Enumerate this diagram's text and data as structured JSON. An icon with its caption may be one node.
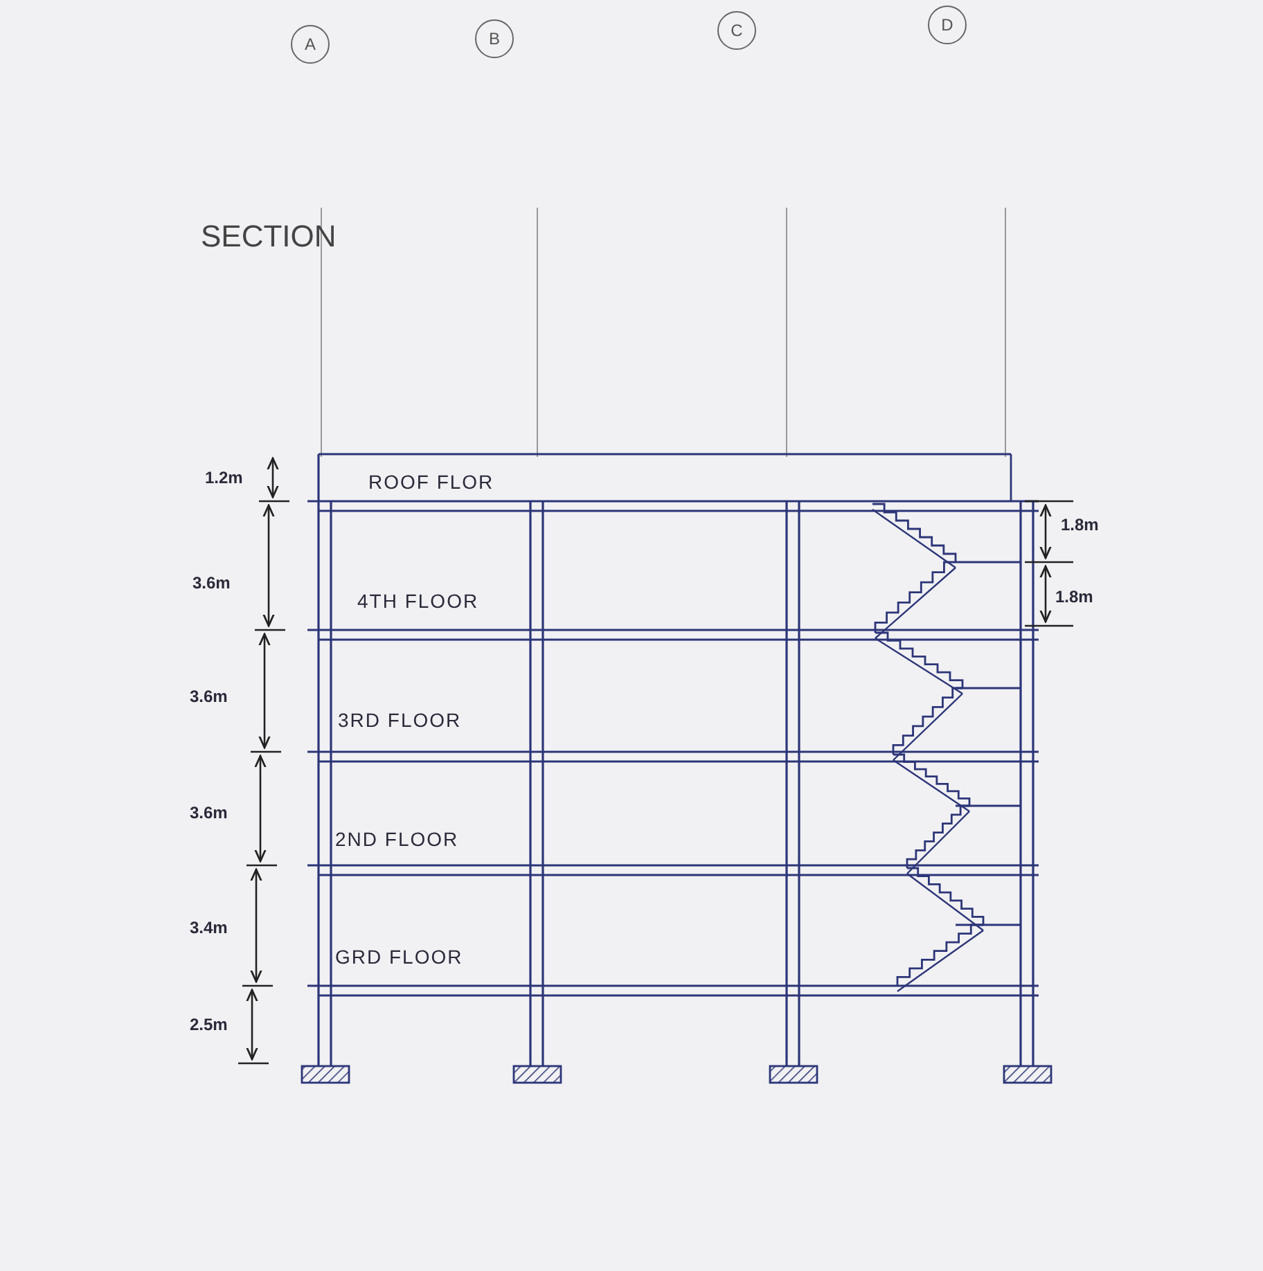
{
  "diagram": {
    "title": "SECTION",
    "labels": [
      "A",
      "B",
      "C",
      "D",
      "ROOF FLOR",
      "4TH FLOOR",
      "3RD FLOOR",
      "2ND FLOOR",
      "GRD FLOOR",
      "1.2m",
      "3.6m",
      "3.6m",
      "3.6m",
      "3.4m",
      "2.5m",
      "1.8m",
      "1.8m"
    ]
  }
}
